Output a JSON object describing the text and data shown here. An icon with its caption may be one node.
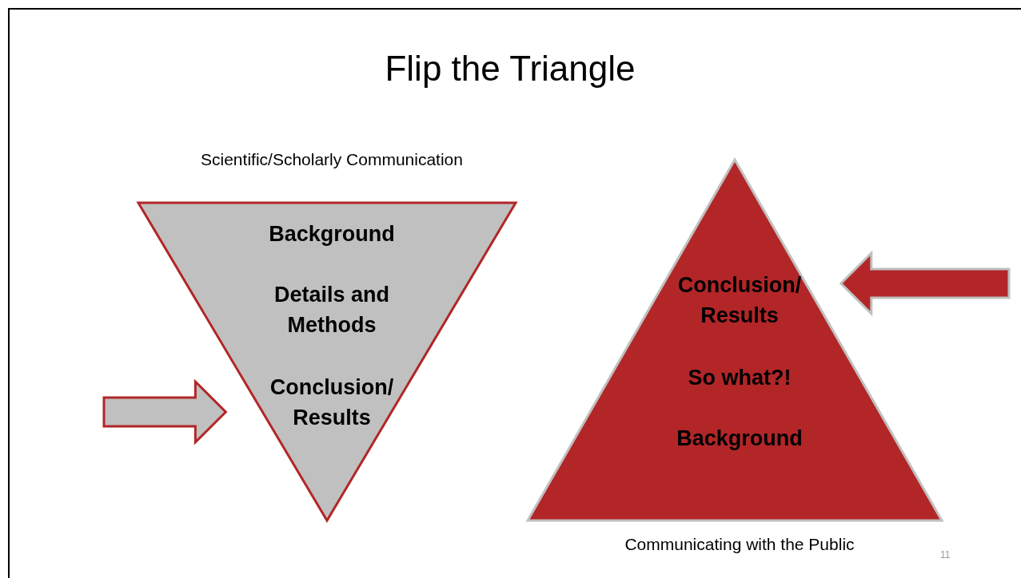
{
  "diagram": {
    "title": "Flip the Triangle",
    "nodes": [
      {
        "text": [
          "Background",
          "Details and Methods",
          "Conclusion/ Results"
        ],
        "beside": [
          "Scientific/Scholarly Communication"
        ]
      },
      {
        "text": [
          "Conclusion/ Results",
          "So what?!",
          "Background"
        ],
        "beside": [
          "Communicating with the Public"
        ]
      }
    ],
    "edges": [
      {
        "from": null,
        "to": 0,
        "arrow": "to",
        "style": "thick",
        "color": "#c0c0c0"
      },
      {
        "from": null,
        "to": 1,
        "arrow": "to",
        "style": "thick",
        "color": "#b22628"
      }
    ],
    "labels": [
      "11"
    ]
  }
}
